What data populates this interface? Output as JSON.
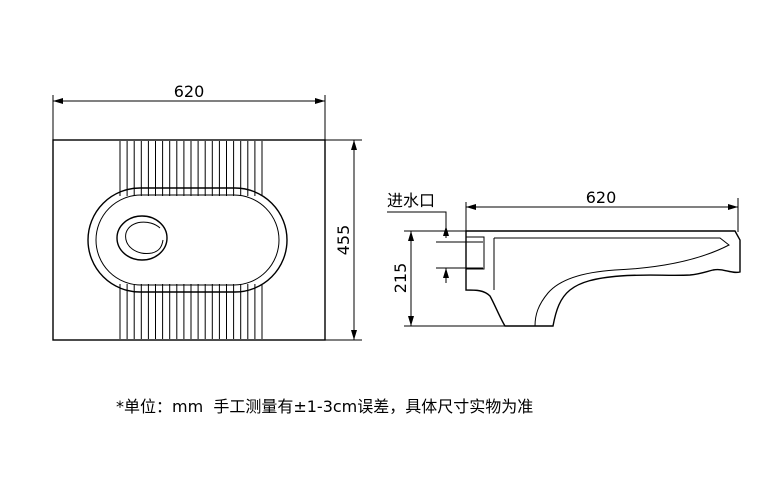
{
  "top_view": {
    "width_label": "620",
    "depth_label": "455"
  },
  "side_view": {
    "inlet_label": "进水口",
    "length_label": "620",
    "height_label": "215"
  },
  "footnote": "*单位：mm  手工测量有±1-3cm误差，具体尺寸实物为准"
}
